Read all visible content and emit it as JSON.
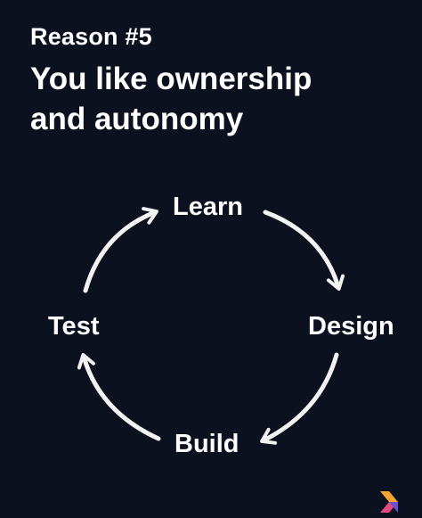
{
  "header": {
    "eyebrow": "Reason #5",
    "headline_line1": "You like ownership",
    "headline_line2": "and autonomy"
  },
  "cycle": {
    "steps": [
      "Learn",
      "Design",
      "Build",
      "Test"
    ],
    "arrow_color": "#f2f2f2"
  },
  "colors": {
    "background": "#0c1120",
    "text": "#ffffff",
    "logo_orange": "#f7a231",
    "logo_pink": "#e5497f",
    "logo_purple": "#6f4cd1"
  },
  "logo": {
    "icon": "brand-logo-icon"
  }
}
